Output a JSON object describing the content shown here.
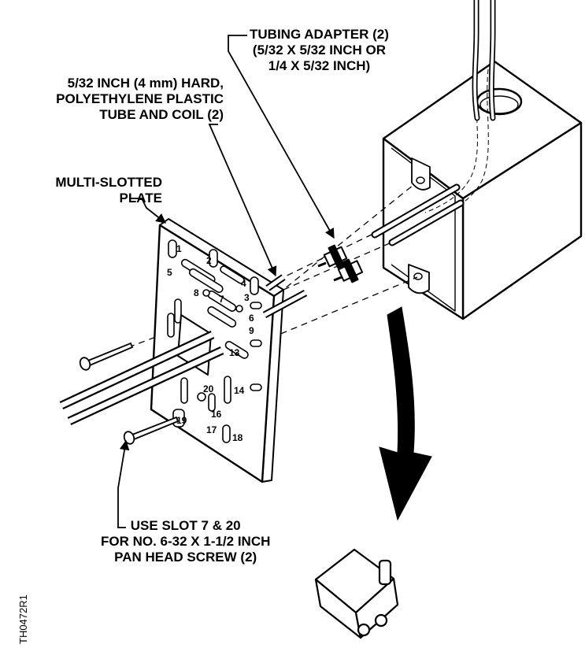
{
  "labels": {
    "tubing_adapter": [
      "TUBING ADAPTER (2)",
      "(5/32 X 5/32 INCH OR",
      "1/4 X 5/32 INCH)"
    ],
    "tube_coil": [
      "5/32 INCH (4 mm) HARD,",
      "POLYETHYLENE PLASTIC",
      "TUBE AND COIL (2)"
    ],
    "plate": [
      "MULTI-SLOTTED",
      "PLATE"
    ],
    "screw": [
      "USE SLOT 7 & 20",
      "FOR NO. 6-32 X 1-1/2 INCH",
      "PAN HEAD SCREW (2)"
    ]
  },
  "figure_code": "TH0472R1",
  "slot_numbers": [
    "1",
    "2",
    "3",
    "4",
    "5",
    "6",
    "7",
    "8",
    "9",
    "13",
    "14",
    "16",
    "17",
    "18",
    "19",
    "20"
  ]
}
